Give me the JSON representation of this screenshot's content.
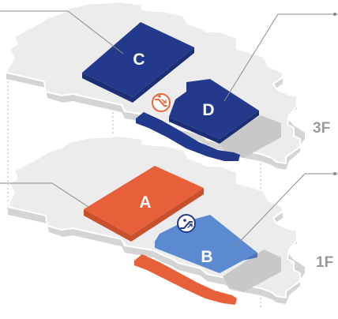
{
  "floors": [
    {
      "label": "3F",
      "zones": [
        {
          "label": "C",
          "color": "#233a8c"
        },
        {
          "label": "D",
          "color": "#233a8c"
        }
      ],
      "icon": "escalator-down-icon",
      "icon_color": "#e8673a"
    },
    {
      "label": "1F",
      "zones": [
        {
          "label": "A",
          "color": "#e8603a"
        },
        {
          "label": "B",
          "color": "#5b8ad0"
        }
      ],
      "icon": "escalator-up-icon",
      "icon_color": "#233a8c"
    }
  ],
  "colors": {
    "floor_top": "#ececec",
    "floor_side": "#d3d3d3",
    "floor_outline": "#ffffff",
    "walkway": "#c9c9c9",
    "leader_line": "#8a8a8a"
  }
}
